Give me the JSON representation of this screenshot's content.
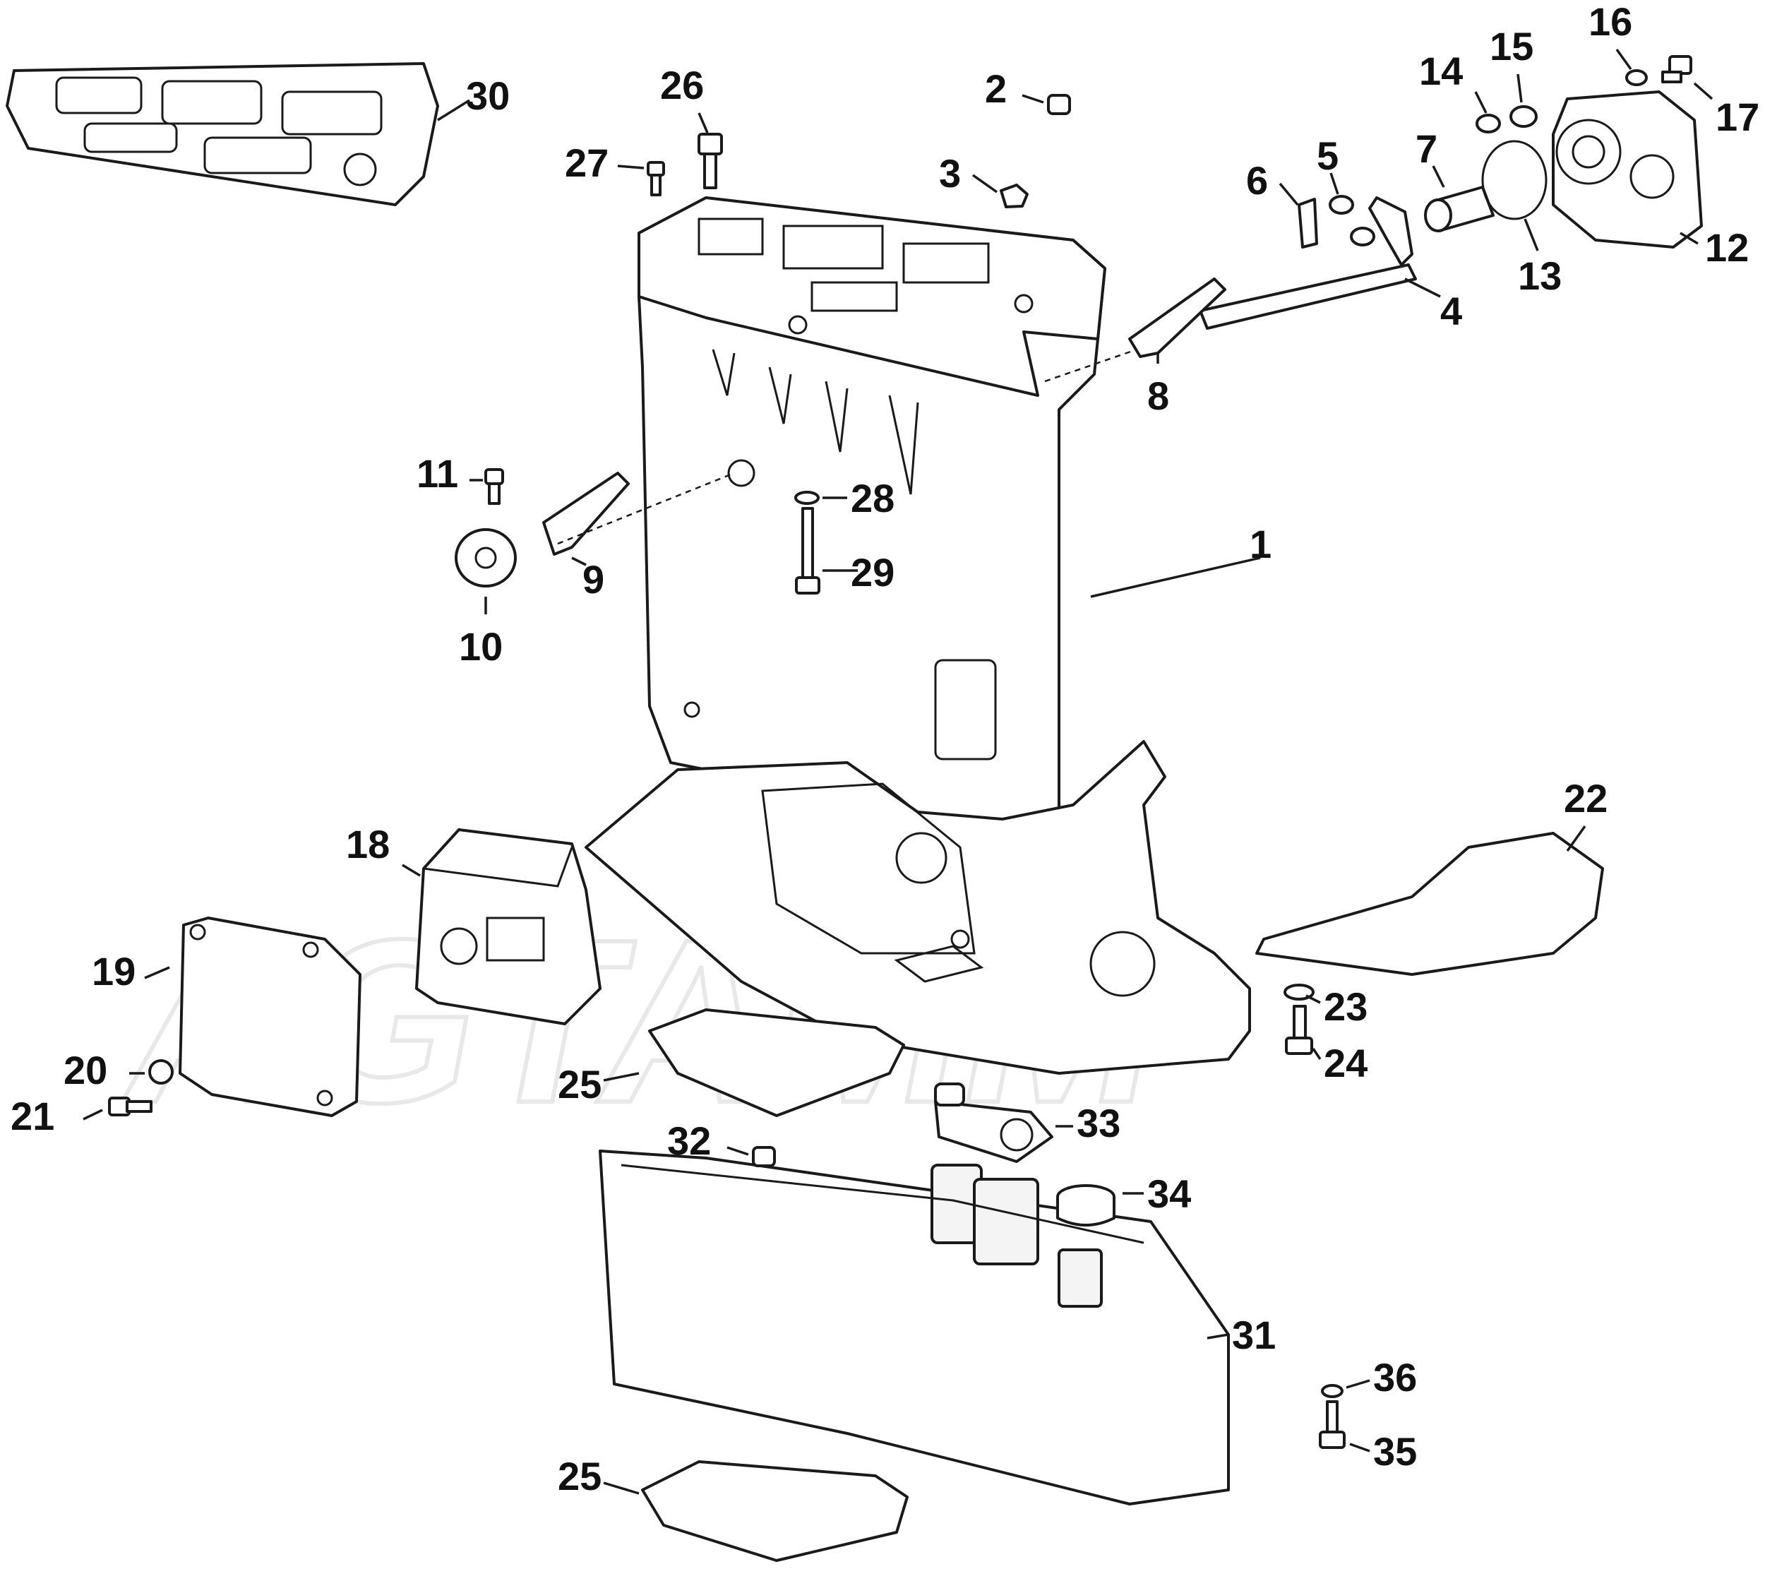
{
  "watermark": {
    "text": "AGTAMM"
  },
  "callouts": {
    "c1": "1",
    "c2": "2",
    "c3": "3",
    "c4": "4",
    "c5": "5",
    "c6": "6",
    "c7": "7",
    "c8": "8",
    "c9": "9",
    "c10": "10",
    "c11": "11",
    "c12": "12",
    "c13": "13",
    "c14": "14",
    "c15": "15",
    "c16": "16",
    "c17": "17",
    "c18": "18",
    "c19": "19",
    "c20": "20",
    "c21": "21",
    "c22": "22",
    "c23": "23",
    "c24": "24",
    "c25a": "25",
    "c25b": "25",
    "c26": "26",
    "c27": "27",
    "c28": "28",
    "c29": "29",
    "c30": "30",
    "c31": "31",
    "c32": "32",
    "c33": "33",
    "c34": "34",
    "c35": "35",
    "c36": "36"
  }
}
